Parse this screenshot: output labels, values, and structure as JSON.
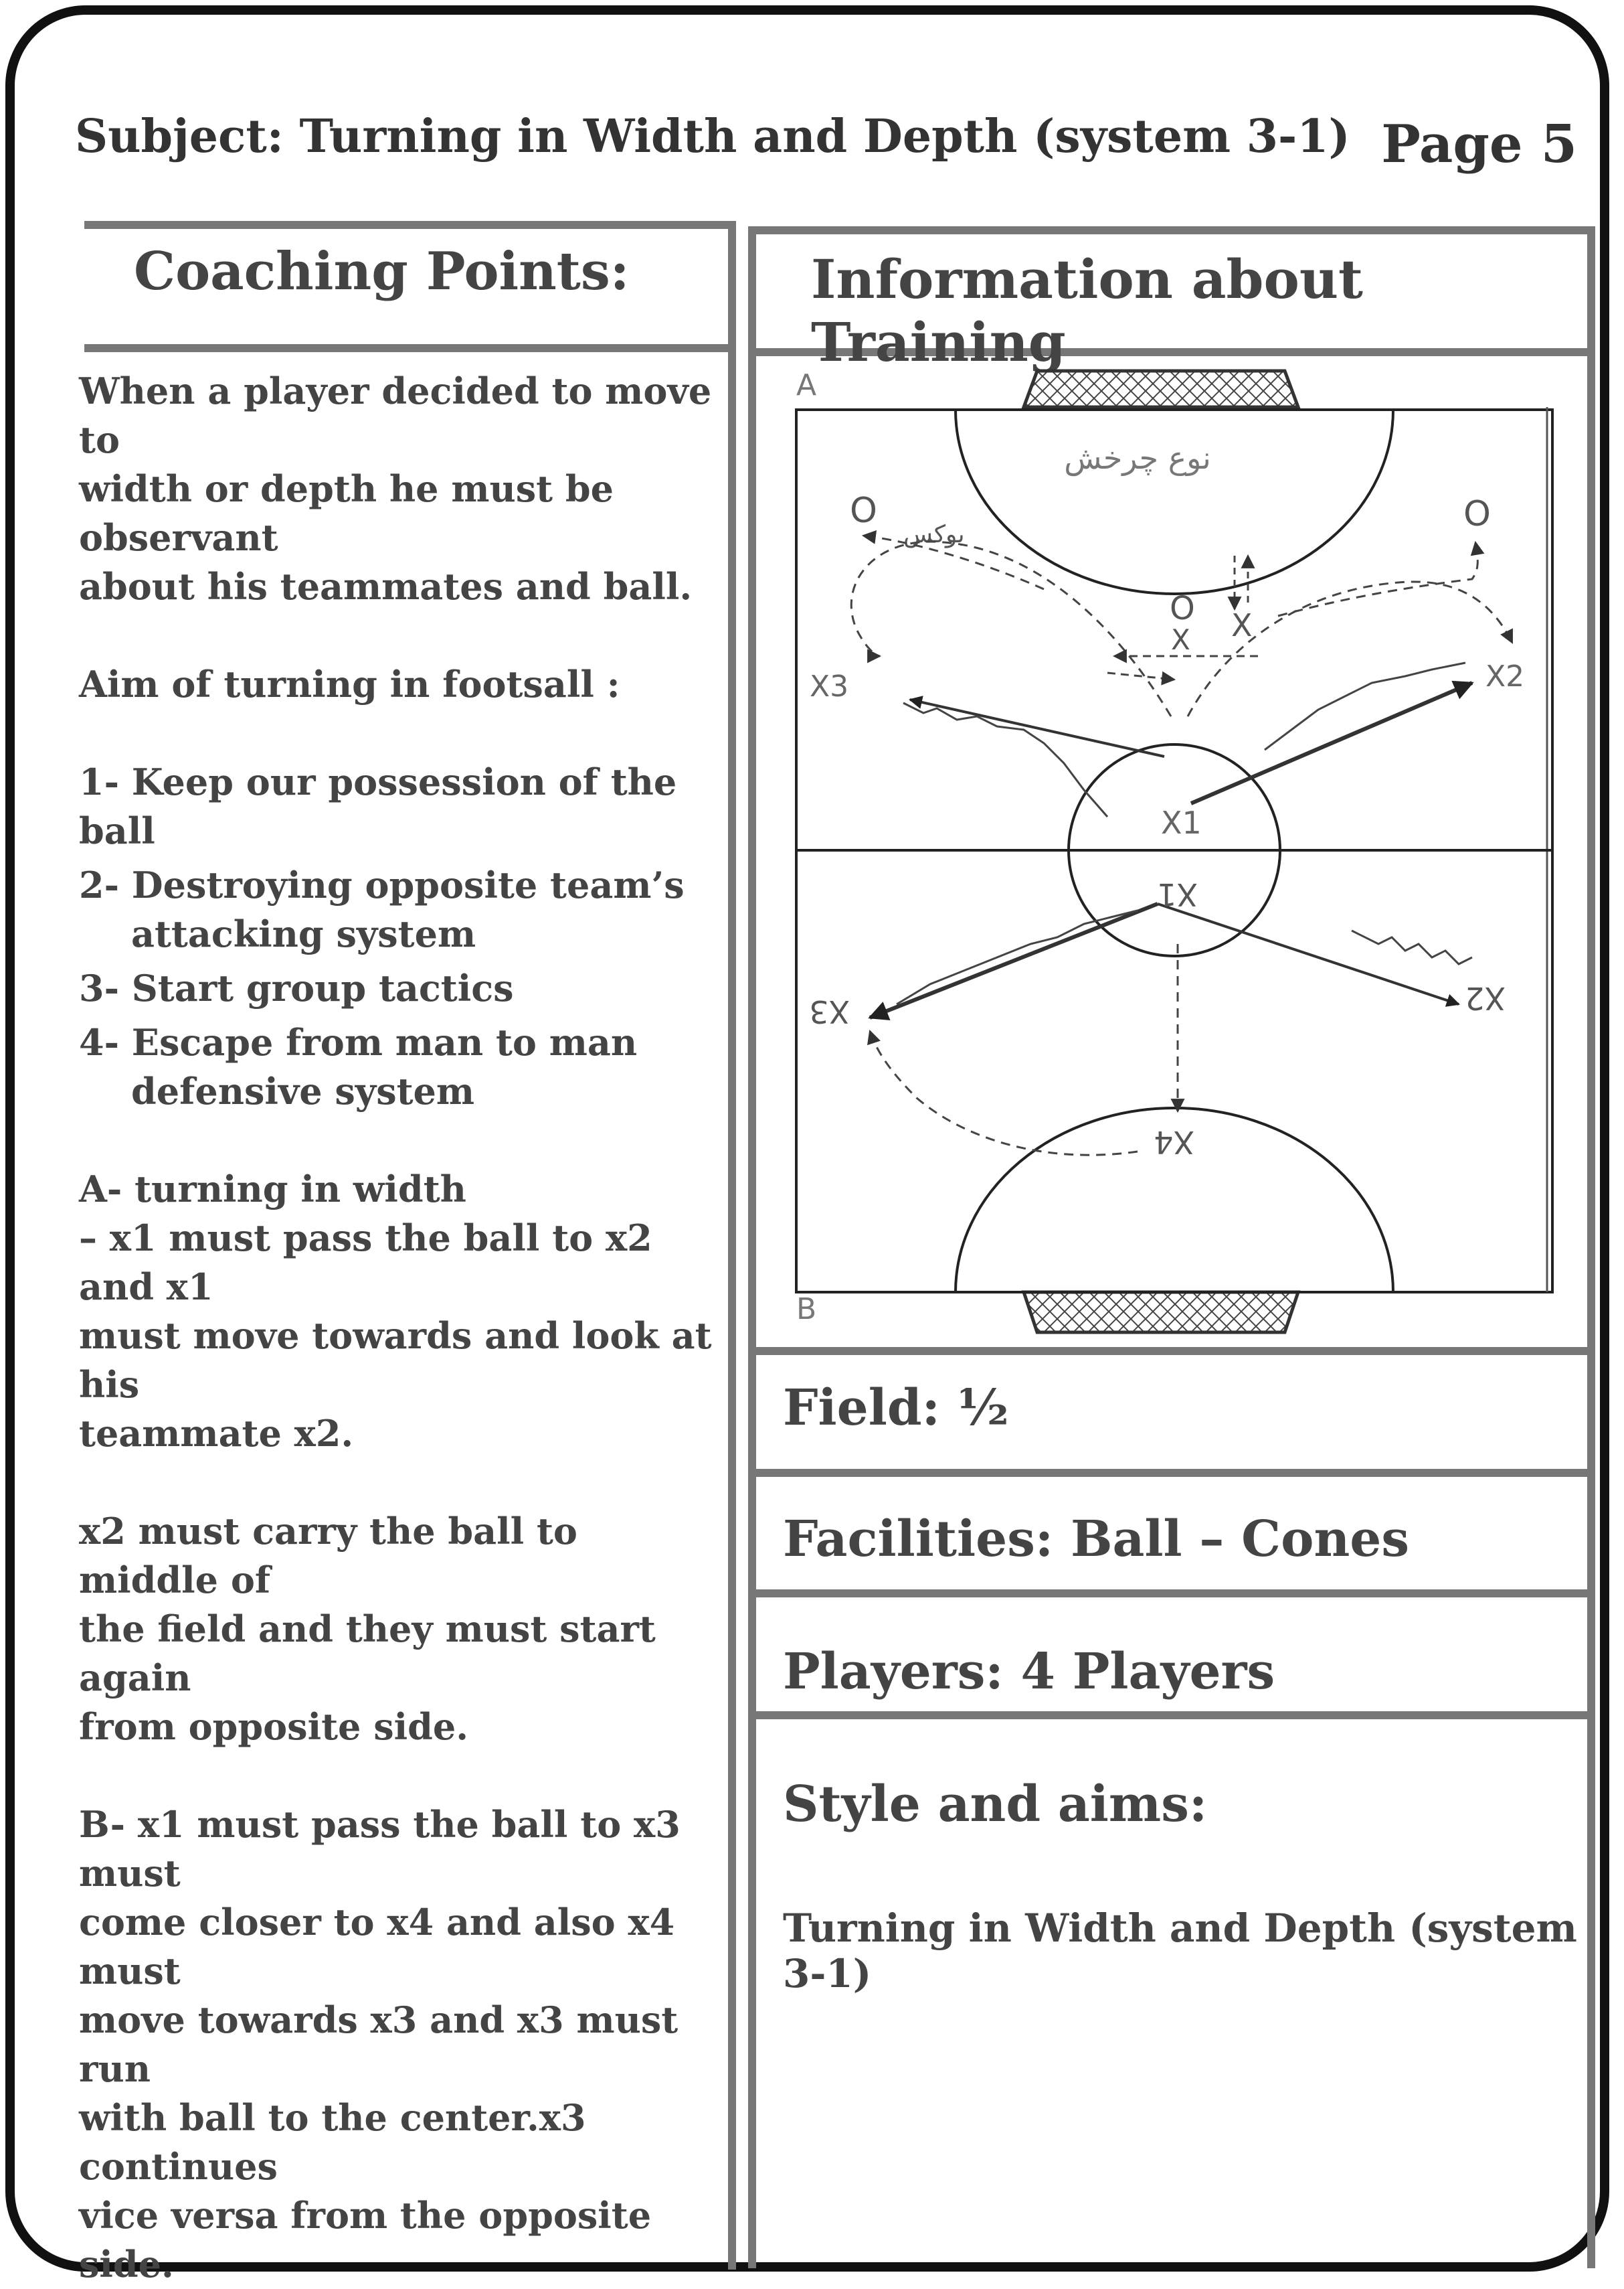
{
  "header": {
    "subject": "Subject: Turning in Width and Depth (system 3-1)",
    "page": "Page 5"
  },
  "coaching": {
    "title": "Coaching Points:",
    "intro": [
      "When a player decided to move to",
      "width or depth he must be observant",
      "about his teammates and ball."
    ],
    "aim_heading": "Aim of turning in footsall :",
    "aims": [
      [
        "1- Keep our possession of the ball"
      ],
      [
        "2- Destroying opposite team’s",
        "attacking system"
      ],
      [
        "3- Start group tactics"
      ],
      [
        "4- Escape from man to man",
        "defensive system"
      ]
    ],
    "section_a": [
      "A- turning in width",
      "– x1 must pass the ball to x2 and x1",
      "must move towards and look at his",
      "teammate  x2."
    ],
    "section_a2": [
      "x2 must carry the ball to middle of",
      "the field and they must start again",
      "from opposite side."
    ],
    "section_b": [
      "B- x1 must pass the ball to x3 must",
      "come closer to  x4 and also x4 must",
      "move towards x3 and  x3 must run",
      "with ball to the center.x3 continues",
      "vice versa from the opposite side."
    ]
  },
  "info": {
    "title": "Information about Training",
    "field_label": "Field: ½",
    "facilities_label": "Facilities: Ball – Cones",
    "players_label": "Players: 4 Players",
    "style_heading": "Style and aims:",
    "style_text": "Turning in Width and Depth (system 3-1)"
  },
  "diagram": {
    "corner_a": "A",
    "corner_b": "B",
    "persian_label": "نوع چرخش",
    "persian_note": "بوکس",
    "players_top": [
      "X1",
      "X2",
      "X3"
    ],
    "players_bottom": [
      "X1",
      "X2",
      "X3",
      "X4"
    ],
    "markers": [
      "O",
      "O",
      "O",
      "X",
      "X"
    ]
  }
}
